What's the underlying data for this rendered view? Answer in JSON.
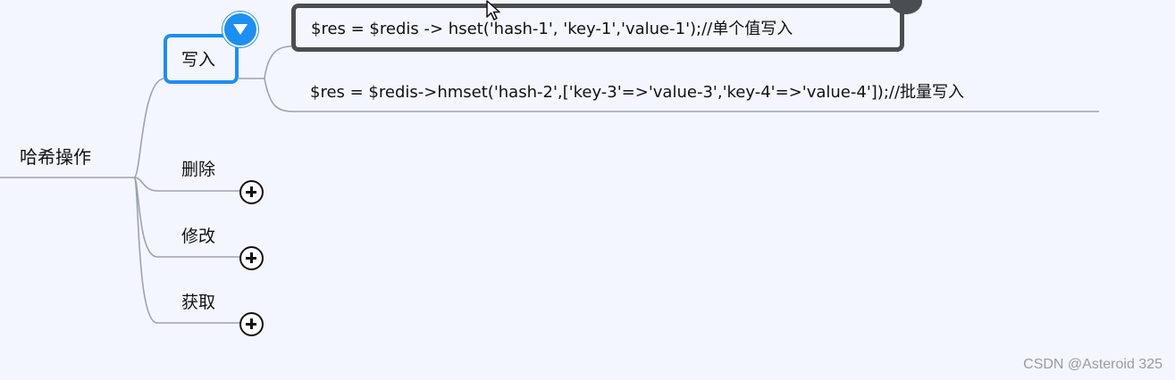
{
  "mindmap": {
    "root": {
      "label": "哈希操作"
    },
    "branches": [
      {
        "label": "写入",
        "selected": true,
        "expanded": true,
        "children": [
          {
            "code": "$res = $redis -> hset('hash-1', 'key-1','value-1');//单个值写入",
            "selected": true
          },
          {
            "code": "$res = $redis->hmset('hash-2',['key-3'=>'value-3','key-4'=>'value-4']);//批量写入",
            "selected": false
          }
        ]
      },
      {
        "label": "删除",
        "expanded": false
      },
      {
        "label": "修改",
        "expanded": false
      },
      {
        "label": "获取",
        "expanded": false
      }
    ]
  },
  "icons": {
    "collapse": "collapse-triangle-icon",
    "expand": "plus-circle-icon",
    "cursor": "mouse-pointer-icon"
  },
  "colors": {
    "background": "#f3f6fe",
    "selection": "#1d8ff0",
    "connector": "#9aa3b0",
    "active_node_border": "#4a4d52"
  },
  "watermark": "CSDN @Asteroid 325"
}
